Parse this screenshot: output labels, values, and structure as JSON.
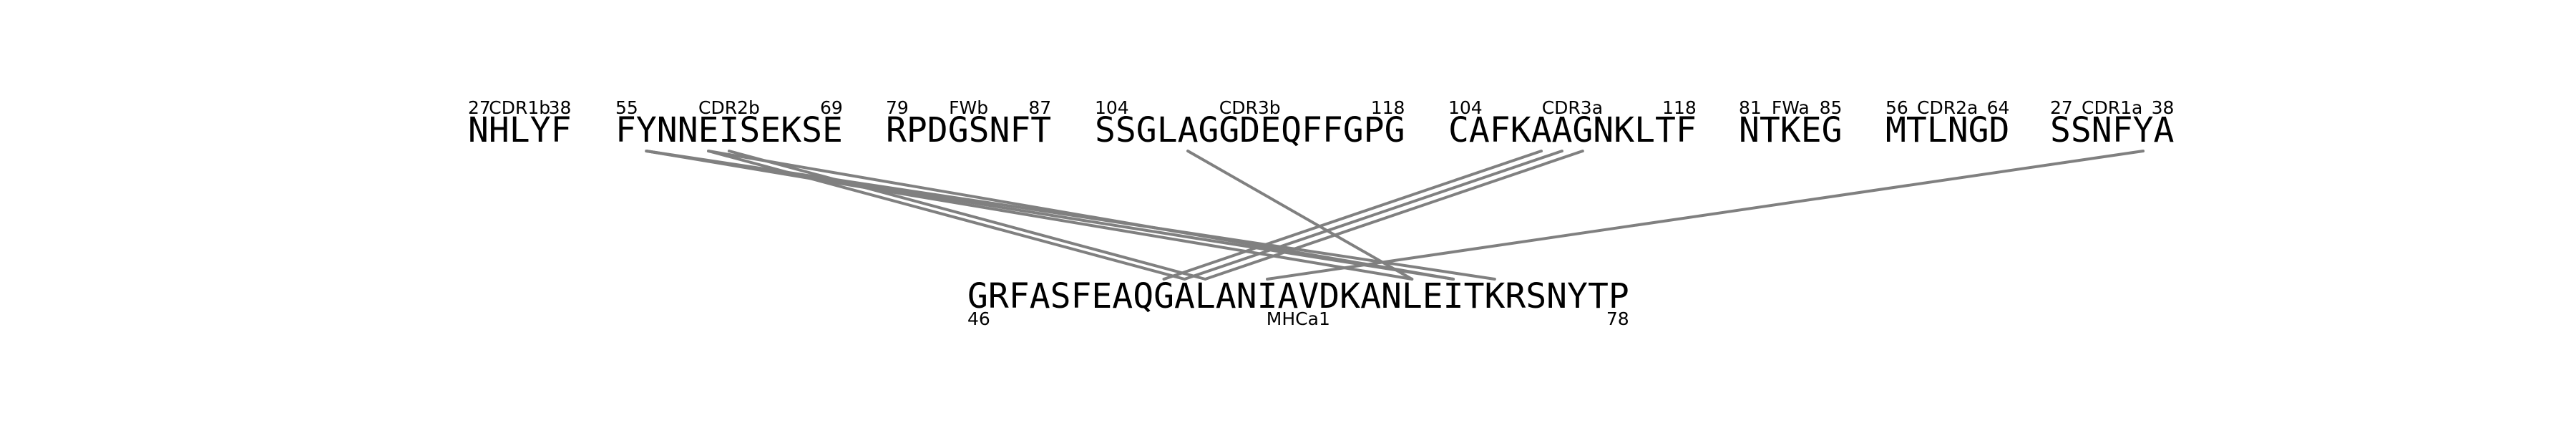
{
  "colors": {
    "text": "#000000",
    "connector": "#808080",
    "background": "#ffffff"
  },
  "top_segments": [
    {
      "id": "cdr1b",
      "sequence": "NHLYF",
      "start": "27",
      "label": "CDR1b",
      "end": "38"
    },
    {
      "id": "cdr2b",
      "sequence": "FYNNEISEKSE",
      "start": "55",
      "label": "CDR2b",
      "end": "69"
    },
    {
      "id": "fwb",
      "sequence": "RPDGSNFT",
      "start": "79",
      "label": "FWb",
      "end": "87"
    },
    {
      "id": "cdr3b",
      "sequence": "SSGLAGGDEQFFGPG",
      "start": "104",
      "label": "CDR3b",
      "end": "118"
    },
    {
      "id": "cdr3a",
      "sequence": "CAFKAAGNKLTF",
      "start": "104",
      "label": "CDR3a",
      "end": "118"
    },
    {
      "id": "fwa",
      "sequence": "NTKEG",
      "start": "81",
      "label": "FWa",
      "end": "85"
    },
    {
      "id": "cdr2a",
      "sequence": "MTLNGD",
      "start": "56",
      "label": "CDR2a",
      "end": "64"
    },
    {
      "id": "cdr1a",
      "sequence": "SSNFYA",
      "start": "27",
      "label": "CDR1a",
      "end": "38"
    }
  ],
  "bottom_segment": {
    "id": "mhca1",
    "sequence": "GRFASFEAQGALANIAVDKANLEITKRSNYTP",
    "start": "46",
    "label": "MHCa1",
    "end": "78"
  },
  "contacts": [
    {
      "from_segment": "cdr2b",
      "from_residue": 1,
      "to_residue": 21
    },
    {
      "from_segment": "cdr2b",
      "from_residue": 1,
      "to_residue": 23
    },
    {
      "from_segment": "cdr2b",
      "from_residue": 1,
      "to_residue": 25
    },
    {
      "from_segment": "cdr2b",
      "from_residue": 4,
      "to_residue": 10
    },
    {
      "from_segment": "cdr2b",
      "from_residue": 4,
      "to_residue": 23
    },
    {
      "from_segment": "cdr2b",
      "from_residue": 5,
      "to_residue": 11
    },
    {
      "from_segment": "cdr3b",
      "from_residue": 4,
      "to_residue": 21
    },
    {
      "from_segment": "cdr3a",
      "from_residue": 4,
      "to_residue": 9
    },
    {
      "from_segment": "cdr3a",
      "from_residue": 5,
      "to_residue": 10
    },
    {
      "from_segment": "cdr3a",
      "from_residue": 6,
      "to_residue": 11
    },
    {
      "from_segment": "cdr1a",
      "from_residue": 4,
      "to_residue": 14
    }
  ]
}
